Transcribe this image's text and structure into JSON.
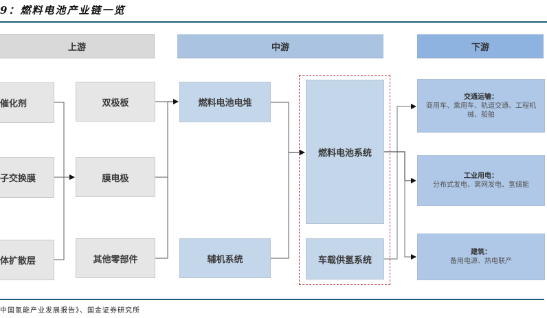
{
  "title": "9：燃料电池产业链一览",
  "headers": {
    "upstream": "上游",
    "midstream": "中游",
    "downstream": "下游"
  },
  "upstream": {
    "materials": [
      "催化剂",
      "子交换膜",
      "体扩散层"
    ],
    "components": [
      "双极板",
      "膜电极",
      "其他零部件"
    ]
  },
  "midstream": {
    "subsystems": [
      "燃料电池电堆",
      "辅机系统"
    ],
    "systems": [
      "燃料电池系统",
      "车载供氢系统"
    ]
  },
  "downstream": [
    {
      "head": "交通运输：",
      "body": "商用车、乘用车、轨道交通、工程机械、船舶"
    },
    {
      "head": "工业用电：",
      "body": "分布式发电、离网发电、氢储能"
    },
    {
      "head": "建筑：",
      "body": "备用电源、热电联产"
    }
  ],
  "colors": {
    "upstream_fill": "#e6e6e6",
    "midstream_fill": "#c4d6ea",
    "downstream_fill": "#afc8e8",
    "highlight_border": "#c0393b",
    "rule": "#1f5a7a"
  },
  "source": "中国氢能产业发展报告》、国金证券研究所"
}
